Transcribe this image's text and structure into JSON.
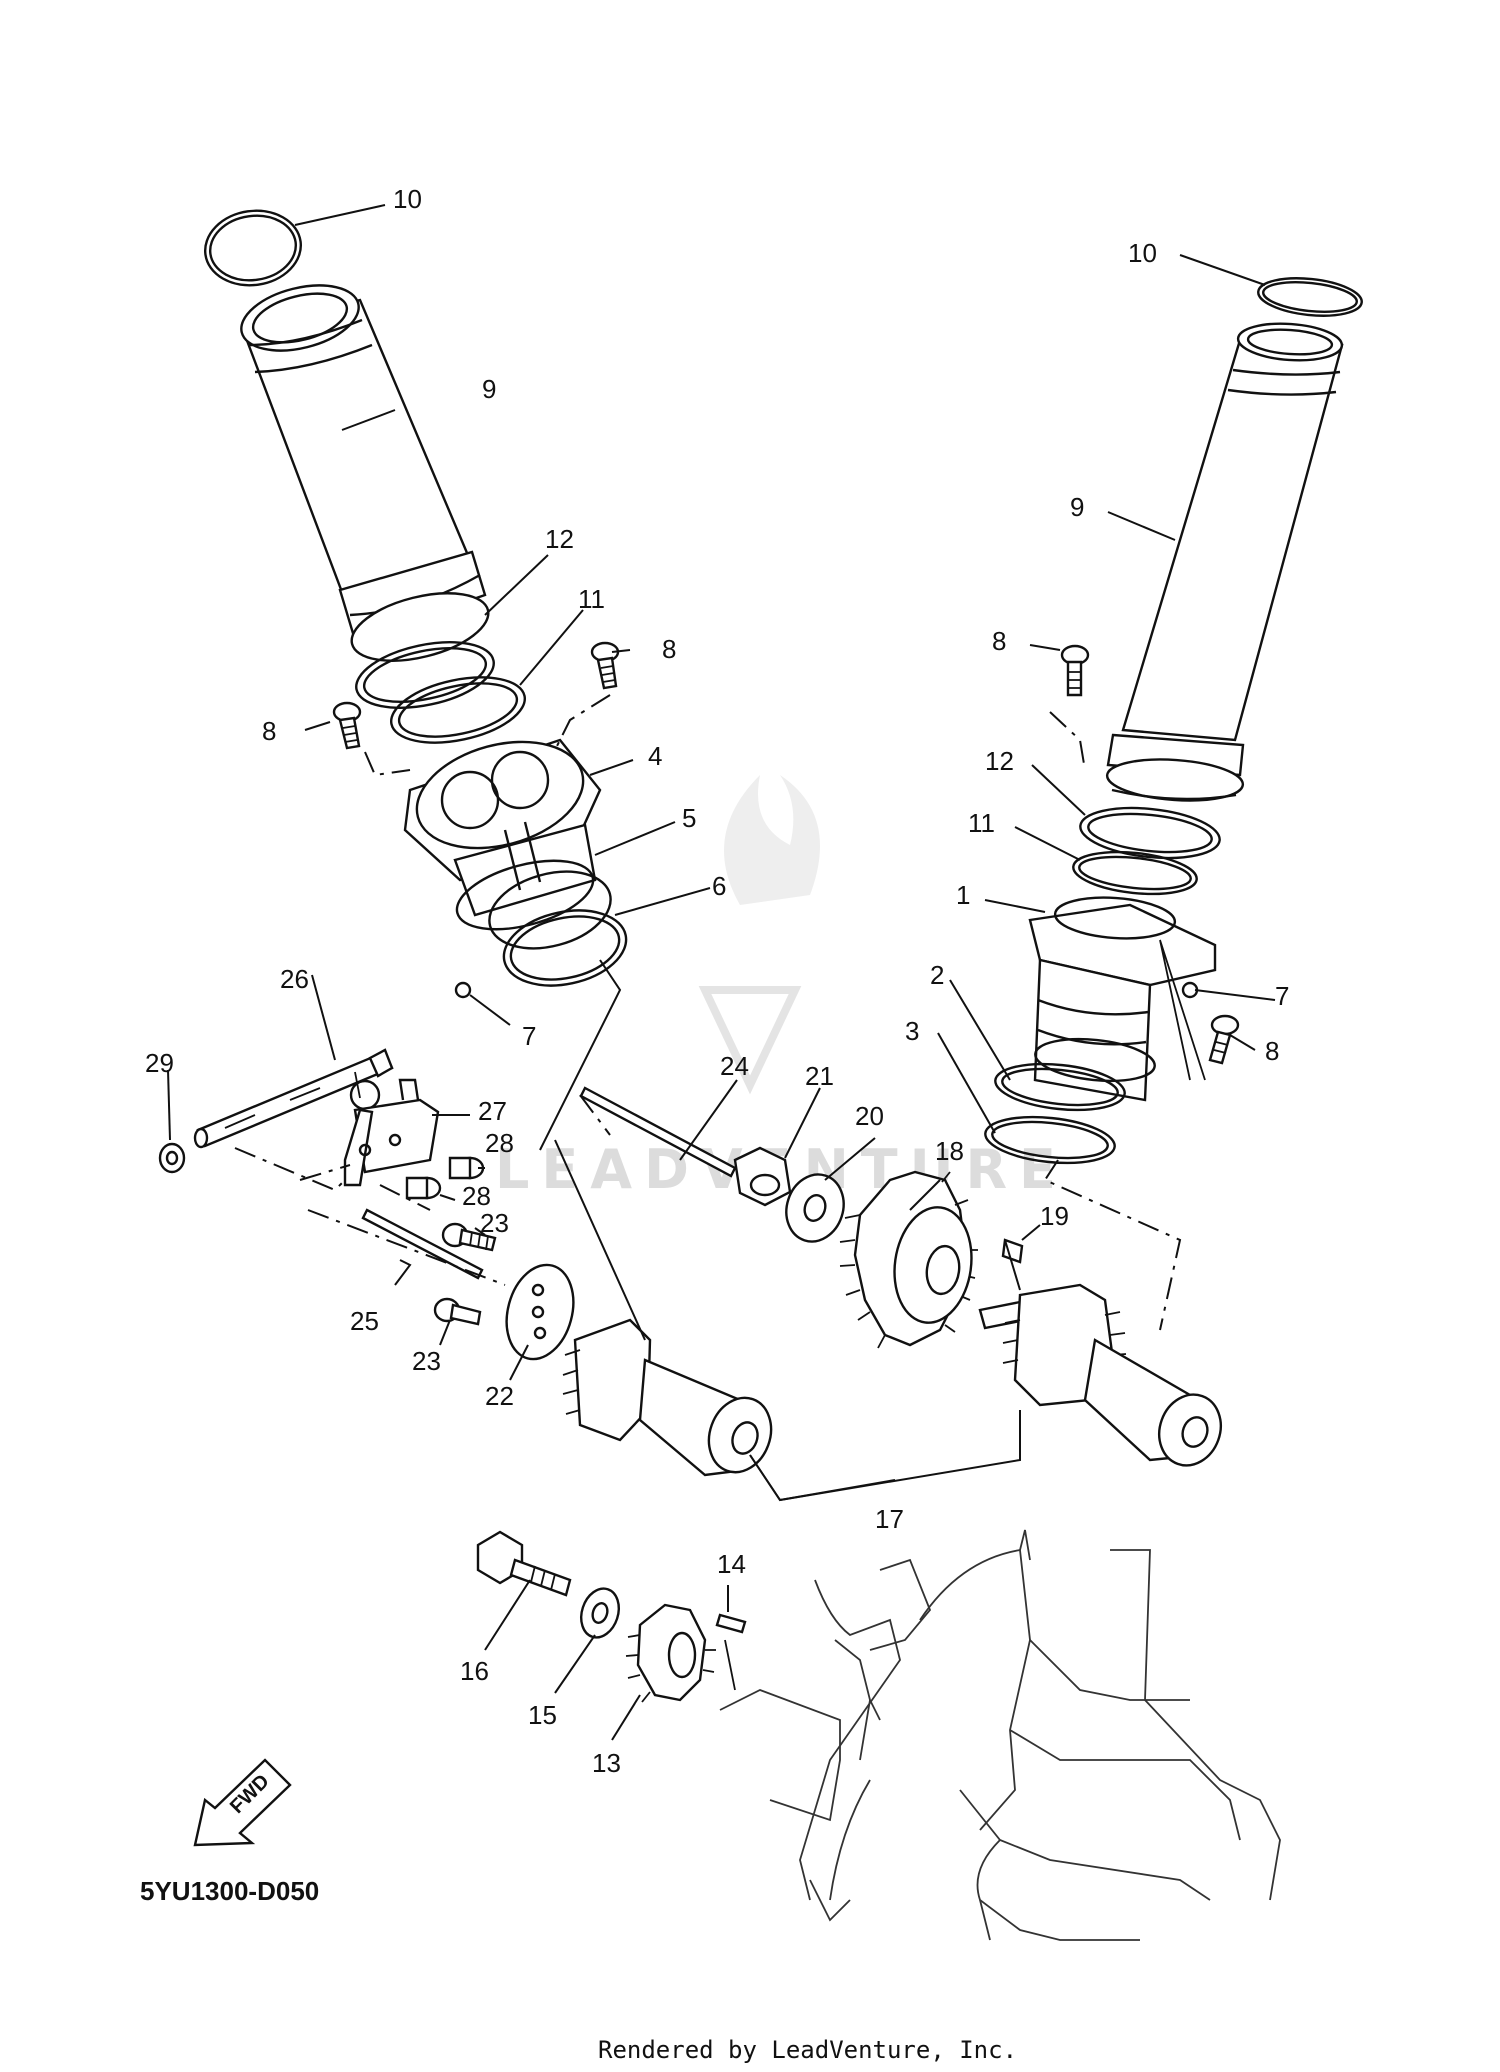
{
  "diagram": {
    "code": "5YU1300-D050",
    "credit": "Rendered by LeadVenture, Inc.",
    "watermark": "LEADVENTURE",
    "fwd_label": "FWD"
  },
  "callouts": [
    {
      "id": "c1",
      "text": "1"
    },
    {
      "id": "c2",
      "text": "2"
    },
    {
      "id": "c3",
      "text": "3"
    },
    {
      "id": "c4",
      "text": "4"
    },
    {
      "id": "c5",
      "text": "5"
    },
    {
      "id": "c6",
      "text": "6"
    },
    {
      "id": "c7a",
      "text": "7"
    },
    {
      "id": "c7b",
      "text": "7"
    },
    {
      "id": "c8a",
      "text": "8"
    },
    {
      "id": "c8b",
      "text": "8"
    },
    {
      "id": "c8c",
      "text": "8"
    },
    {
      "id": "c8d",
      "text": "8"
    },
    {
      "id": "c9a",
      "text": "9"
    },
    {
      "id": "c9b",
      "text": "9"
    },
    {
      "id": "c10a",
      "text": "10"
    },
    {
      "id": "c10b",
      "text": "10"
    },
    {
      "id": "c11a",
      "text": "11"
    },
    {
      "id": "c11b",
      "text": "11"
    },
    {
      "id": "c12a",
      "text": "12"
    },
    {
      "id": "c12b",
      "text": "12"
    },
    {
      "id": "c13",
      "text": "13"
    },
    {
      "id": "c14",
      "text": "14"
    },
    {
      "id": "c15",
      "text": "15"
    },
    {
      "id": "c16",
      "text": "16"
    },
    {
      "id": "c17",
      "text": "17"
    },
    {
      "id": "c18",
      "text": "18"
    },
    {
      "id": "c19",
      "text": "19"
    },
    {
      "id": "c20",
      "text": "20"
    },
    {
      "id": "c21",
      "text": "21"
    },
    {
      "id": "c22",
      "text": "22"
    },
    {
      "id": "c23a",
      "text": "23"
    },
    {
      "id": "c23b",
      "text": "23"
    },
    {
      "id": "c24",
      "text": "24"
    },
    {
      "id": "c25",
      "text": "25"
    },
    {
      "id": "c26",
      "text": "26"
    },
    {
      "id": "c27",
      "text": "27"
    },
    {
      "id": "c28a",
      "text": "28"
    },
    {
      "id": "c28b",
      "text": "28"
    },
    {
      "id": "c29",
      "text": "29"
    }
  ]
}
